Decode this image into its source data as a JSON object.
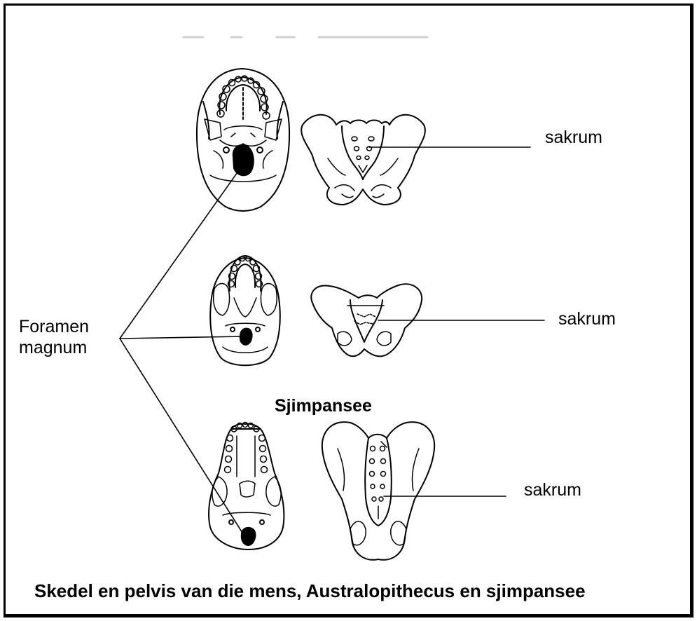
{
  "labels": {
    "sacrum_1": "sakrum",
    "sacrum_2": "sakrum",
    "sacrum_3": "sakrum",
    "foramen_line1": "Foramen",
    "foramen_line2": "magnum",
    "chimp_heading": "Sjimpansee",
    "caption": "Skedel en pelvis van die mens, Australopithecus en sjimpansee"
  },
  "icons": {
    "skull_1": "human-skull-inferior-view",
    "pelvis_1": "human-pelvis",
    "skull_2": "australopithecus-skull-inferior-view",
    "pelvis_2": "australopithecus-pelvis",
    "skull_3": "chimpanzee-skull-inferior-view",
    "pelvis_3": "chimpanzee-pelvis"
  },
  "colors": {
    "ink": "#000000",
    "background": "#ffffff"
  }
}
